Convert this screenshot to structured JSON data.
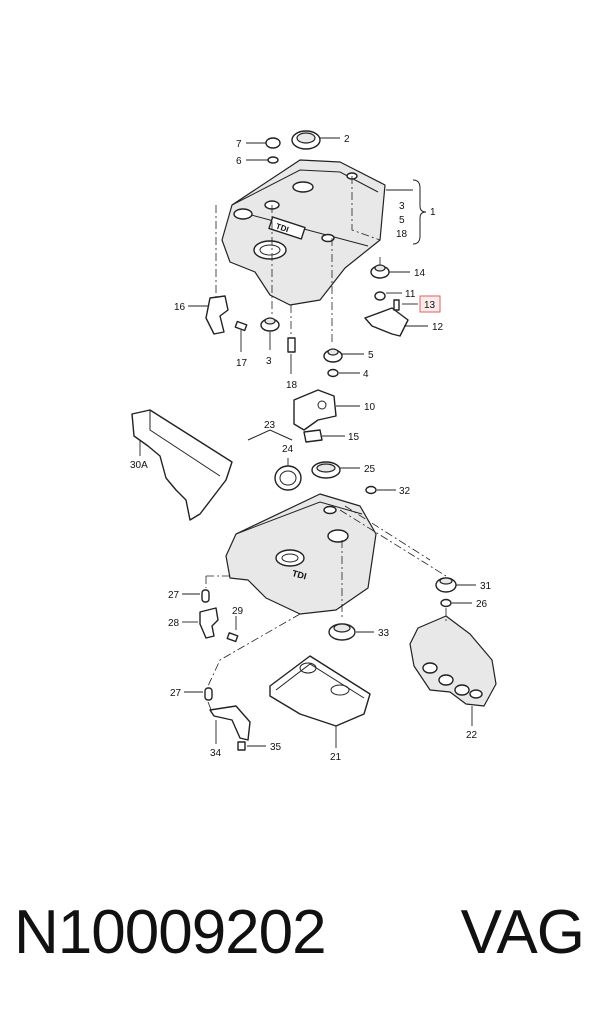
{
  "callouts": {
    "c1": "1",
    "c2": "2",
    "c3a": "3",
    "c3b": "3",
    "c4": "4",
    "c5a": "5",
    "c5b": "5",
    "c6": "6",
    "c7": "7",
    "c10": "10",
    "c11": "11",
    "c12": "12",
    "c13": "13",
    "c14": "14",
    "c15": "15",
    "c16": "16",
    "c17": "17",
    "c18a": "18",
    "c18b": "18",
    "c21": "21",
    "c22": "22",
    "c23": "23",
    "c24": "24",
    "c25": "25",
    "c26": "26",
    "c27a": "27",
    "c27b": "27",
    "c28": "28",
    "c29": "29",
    "c30a": "30A",
    "c31": "31",
    "c32": "32",
    "c33": "33",
    "c34": "34",
    "c35": "35"
  },
  "cover_labels": {
    "upper_badge": "TDI",
    "lower_badge": "TDI"
  },
  "highlighted_callout": "13",
  "footer": {
    "part_number": "N10009202",
    "brand": "VAG"
  }
}
